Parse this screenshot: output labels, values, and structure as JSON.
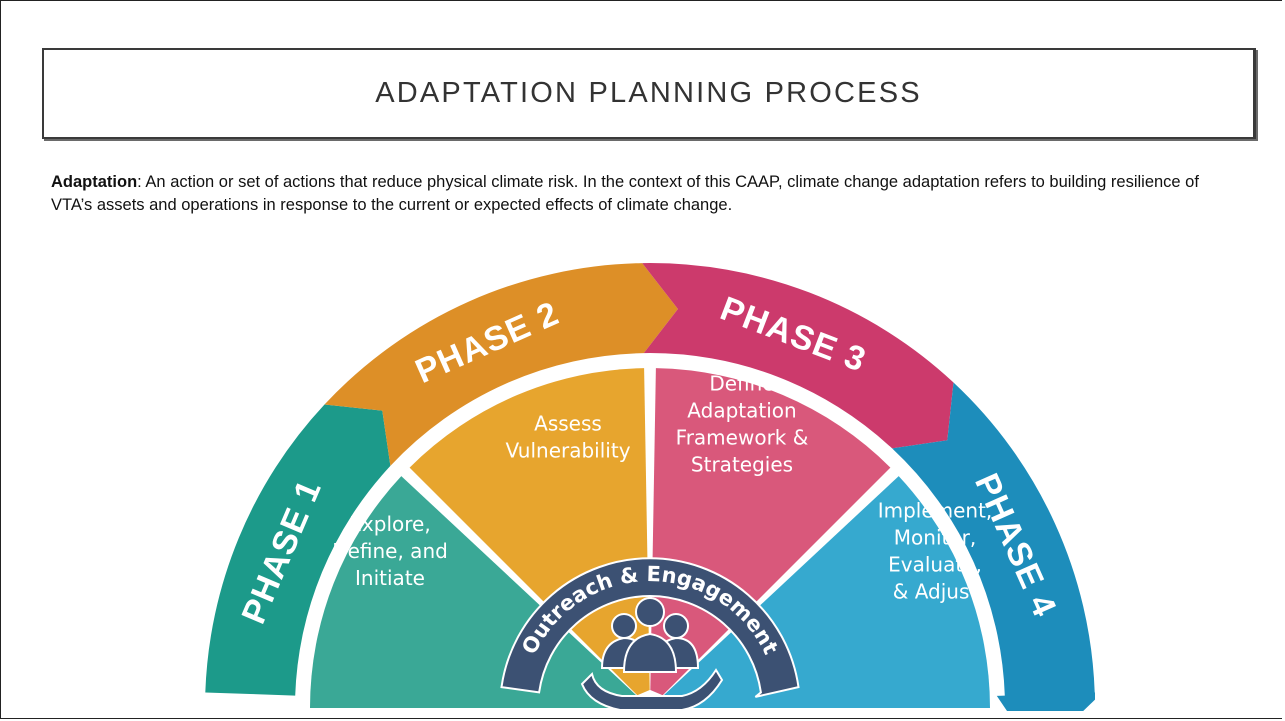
{
  "slide": {
    "title": "ADAPTATION PLANNING PROCESS",
    "definition_term": "Adaptation",
    "definition_text": ": An action or set of actions that reduce physical climate risk. In the context of this CAAP, climate change adaptation refers to building resilience of VTA’s assets and operations in response to the current or expected effects of climate change."
  },
  "diagram": {
    "phases": [
      {
        "label": "PHASE 1",
        "lines": [
          "Explore,",
          "Define, and",
          "Initiate"
        ],
        "band_color": "#1c9a8a",
        "wedge_color": "#3aa896"
      },
      {
        "label": "PHASE 2",
        "lines": [
          "Assess",
          "Vulnerability"
        ],
        "band_color": "#dd8f27",
        "wedge_color": "#e7a52e"
      },
      {
        "label": "PHASE 3",
        "lines": [
          "Define",
          "Adaptation",
          "Framework &",
          "Strategies"
        ],
        "band_color": "#cc3a6c",
        "wedge_color": "#d9587b"
      },
      {
        "label": "PHASE 4",
        "lines": [
          "Implement,",
          "Monitor,",
          "Evaluate,",
          "& Adjust"
        ],
        "band_color": "#1d8dbb",
        "wedge_color": "#36a9cf"
      }
    ],
    "center_label": "Outreach & Engagement",
    "center_color": "#3c5173",
    "icon": "people-in-hand-icon"
  }
}
